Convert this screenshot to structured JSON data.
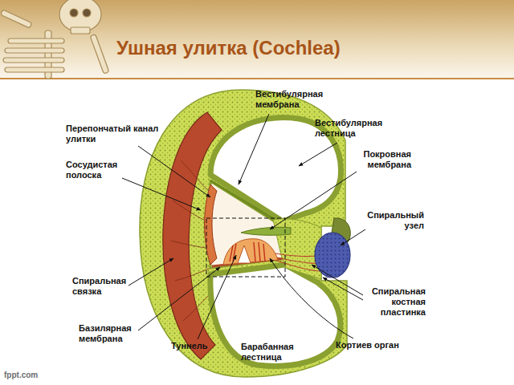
{
  "diagram": {
    "title": "Ушная улитка (Cochlea)",
    "labels": [
      "Вестибулярная мембрана",
      "Перепончатый канал улитки",
      "Вестибулярная лестница",
      "Сосудистая полоска",
      "Покровная мембрана",
      "Спиральный узел",
      "Спиральная связка",
      "Спиральная костная пластинка",
      "Базилярная мембрана",
      "Туннель",
      "Барабанная лестница",
      "Кортиев орган",
      "fppt.com"
    ]
  }
}
